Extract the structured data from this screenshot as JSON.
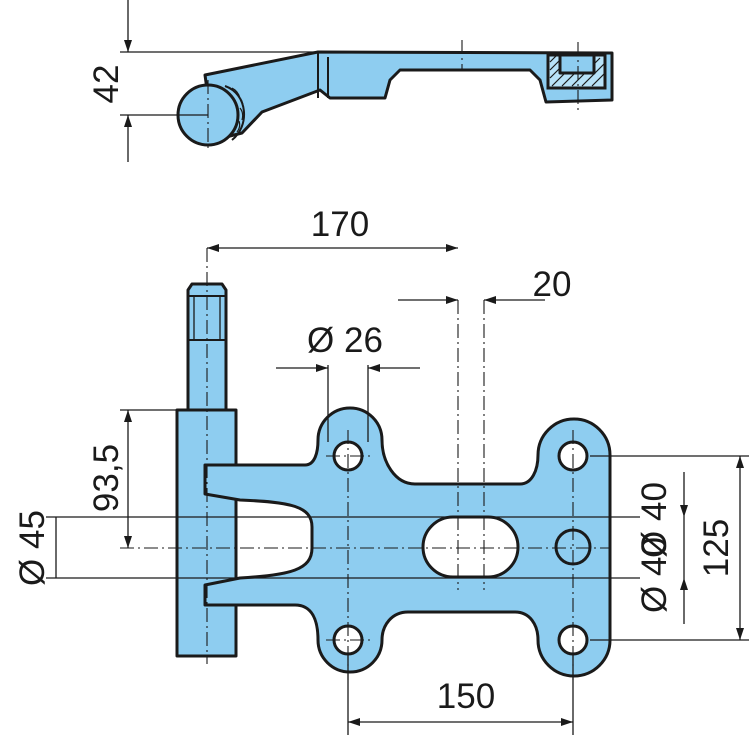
{
  "colors": {
    "part_fill": "#8ecdf0",
    "outline": "#1a1a1a",
    "background": "#ffffff"
  },
  "dimensions": {
    "height_top_view": "42",
    "dist_170": "170",
    "dist_20": "20",
    "hole_dia_26": "Ø 26",
    "dist_93_5": "93,5",
    "dia_45": "Ø 45",
    "dia_40_upper": "Ø 40",
    "dia_40_lower": "Ø 40",
    "dist_125": "125",
    "dist_150": "150"
  }
}
